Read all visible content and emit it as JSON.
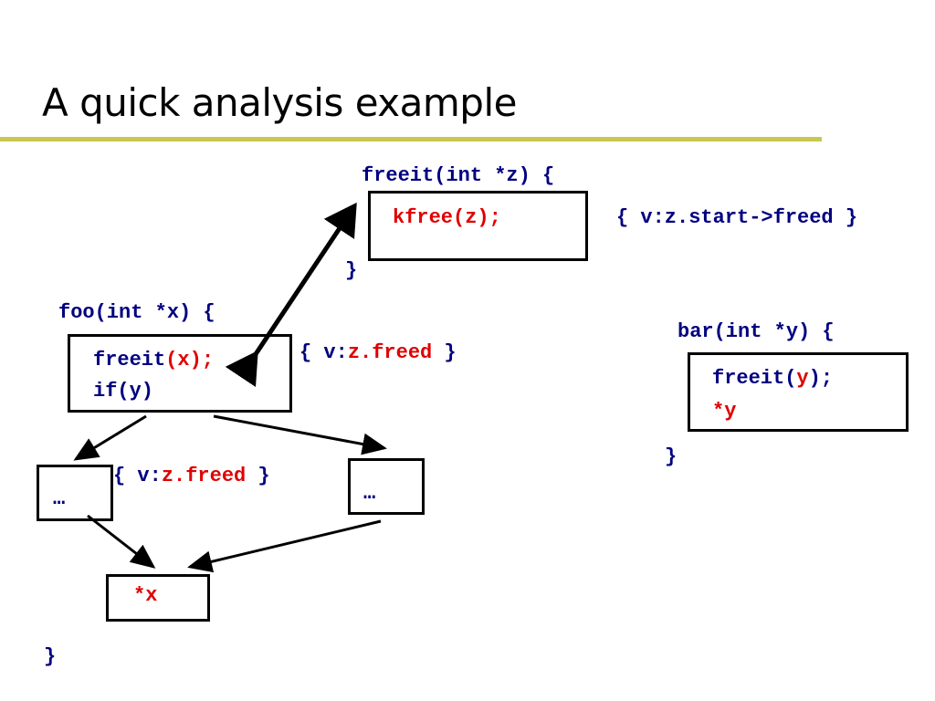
{
  "title": "A quick analysis example",
  "freeit": {
    "header": "freeit(int *z) {",
    "body": "kfree(z);",
    "close": "}",
    "annotation": "{ v:z.start->freed }"
  },
  "foo": {
    "header": "foo(int *x) {",
    "call_name": "freeit",
    "call_args": "(x);",
    "line2": "if(y)",
    "annotation_prefix": "{ v:",
    "annotation_state": "z.freed",
    "annotation_suffix": " }",
    "left_branch": "…",
    "right_branch": "…",
    "branch_annotation_prefix": "{ v:",
    "branch_annotation_state": "z.freed",
    "branch_annotation_suffix": " }",
    "deref": "*x",
    "close": "}"
  },
  "bar": {
    "header": "bar(int *y) {",
    "call_prefix": "freeit(",
    "call_arg": "y",
    "call_suffix": ");",
    "line2": "*y",
    "close": "}"
  },
  "colors": {
    "code": "#000080",
    "highlight": "#e00000",
    "rule": "#c8c850"
  }
}
